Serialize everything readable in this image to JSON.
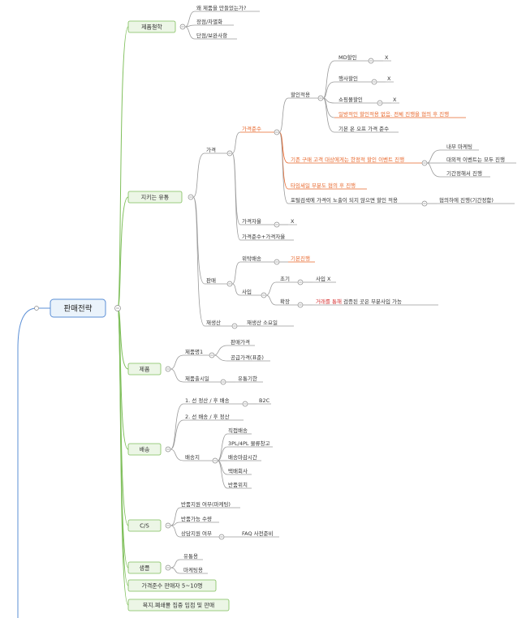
{
  "root": {
    "label": "판매전략"
  },
  "branches": {
    "product_strategy": {
      "label": "제품철학",
      "items": [
        "왜 제품을 만들었는가?",
        "장점/차별화",
        "단점/보완사항"
      ]
    },
    "keep_rules": {
      "label": "지키는 유통",
      "price": {
        "label": "가격",
        "price_comply": {
          "label": "가격준수",
          "discount": {
            "label": "할인적용",
            "md": {
              "label": "MD할인",
              "value": "X"
            },
            "event": {
              "label": "행사할인",
              "value": "X"
            },
            "mall": {
              "label": "쇼핑몰할인",
              "value": "X"
            },
            "one_sided": "일방적인 할인적용 없음. 전체 진행을 협의 후 진행",
            "basic": "기본 온 오프 가격 준수"
          },
          "existing": {
            "label": "기존 구매 고객 대상에게는 한정적 할인 이벤트 진행",
            "children": [
              "내부 마케팅",
              "대외적 이벤트는 모두 진행",
              "기간정해서 진행"
            ]
          },
          "timesale": "타임세일 부분도 협의 후 진행",
          "portal": {
            "label": "포털검색에 가격이 노출이 되지 않으면 할인 적용",
            "child": "협의하에 진행(기간정함)"
          }
        },
        "price_self": {
          "label": "가격자율",
          "value": "X"
        },
        "price_mixed": "가격준수+가격자율"
      },
      "sales": {
        "label": "판매",
        "consign": {
          "label": "위탁배송",
          "value": "기본진행"
        },
        "purchase": {
          "label": "사입",
          "initial": {
            "label": "초기",
            "value": "사입 X"
          },
          "expand": {
            "label": "확장",
            "value_highlight": "거래를 통해",
            "value_rest": " 검증된 곳은 부분사입 가능"
          }
        }
      },
      "reproduction": {
        "label": "재생산",
        "value": "재생산 소요일"
      }
    },
    "product": {
      "label": "제품",
      "kind1": {
        "label": "제품명1",
        "children": [
          "판매가격",
          "공급가격(표준)"
        ]
      },
      "release": {
        "label": "제품출시일",
        "value": "유통기한"
      }
    },
    "shipping": {
      "label": "배송",
      "first": {
        "label": "1. 선 정산 / 후 배송",
        "value": "B2C"
      },
      "second": "2. 선 배송 / 후 정산",
      "location": {
        "label": "배송지",
        "children": [
          "직접배송",
          "3PL/4PL 물류창고",
          "배송마감시간",
          "택배회사",
          "반품위치"
        ]
      }
    },
    "cs": {
      "label": "C/S",
      "items": [
        "반품지원 여부(마케팅)",
        "반품가능 수량"
      ],
      "consult": {
        "label": "상담지원 여부",
        "value": "FAQ 사전준비"
      }
    },
    "sample": {
      "label": "샘플",
      "items": [
        "유통용",
        "마케팅용"
      ]
    },
    "price_seller": {
      "label": "가격준수 판매자 5~10명"
    },
    "welfare": {
      "label": "복지.폐쇄몰 집중 입점 및 판매"
    }
  }
}
